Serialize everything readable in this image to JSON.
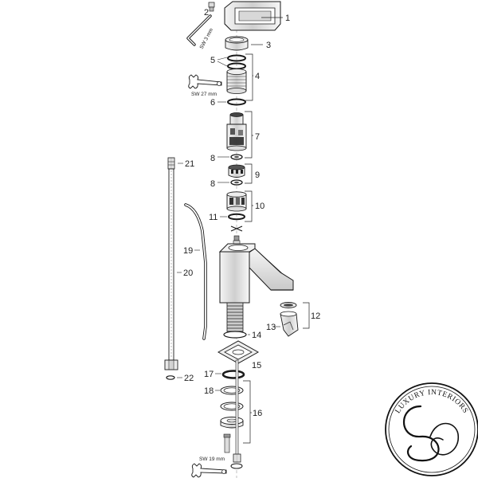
{
  "callouts": {
    "p1": "1",
    "p2": "2",
    "p3": "3",
    "p4": "4",
    "p5": "5",
    "p6": "6",
    "p7": "7",
    "p8a": "8",
    "p8b": "8",
    "p9": "9",
    "p10": "10",
    "p11": "11",
    "p12": "12",
    "p13": "13",
    "p14": "14",
    "p15": "15",
    "p16": "16",
    "p17": "17",
    "p18": "18",
    "p19": "19",
    "p20": "20",
    "p21": "21",
    "p22": "22"
  },
  "tools": {
    "allen_key": "SW 3 mm",
    "wrench_top": "SW 27 mm",
    "wrench_bottom": "SW 19 mm"
  },
  "logo": {
    "brand_text": "LUXURY INTERIORS",
    "monogram": "S"
  },
  "colors": {
    "line": "#1a1a1a",
    "fill_light": "#e6e6e6",
    "fill_dark": "#555555",
    "background": "#ffffff"
  }
}
